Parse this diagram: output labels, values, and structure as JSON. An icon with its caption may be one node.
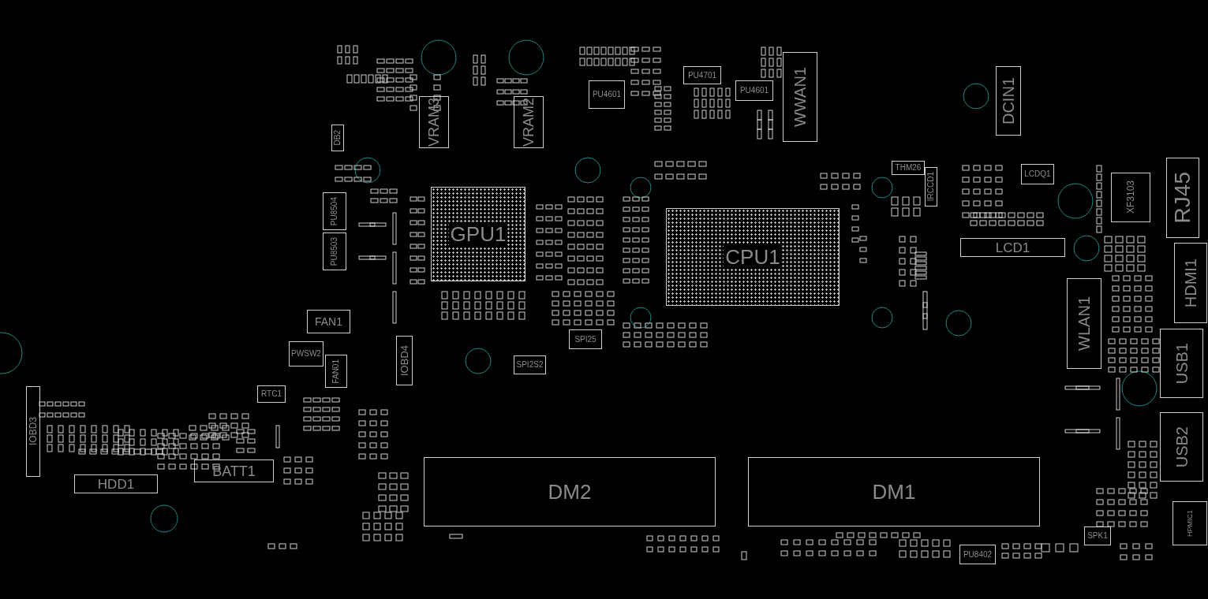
{
  "diagram": {
    "nodes": [
      {
        "text": [
          "DB2"
        ]
      },
      {
        "text": [
          "VRAM3"
        ]
      },
      {
        "text": [
          "VRAM2"
        ]
      },
      {
        "text": [
          "PU4601"
        ]
      },
      {
        "text": [
          "PU4701"
        ]
      },
      {
        "text": [
          "PU4601"
        ]
      },
      {
        "text": [
          "WWAN1"
        ]
      },
      {
        "text": [
          "DCIN1"
        ]
      },
      {
        "text": [
          "THM26"
        ]
      },
      {
        "text": [
          "IRCCD1"
        ]
      },
      {
        "text": [
          "LCDQ1"
        ]
      },
      {
        "text": [
          "XF3103"
        ]
      },
      {
        "text": [
          "RJ45"
        ]
      },
      {
        "text": [
          "PU8504"
        ]
      },
      {
        "text": [
          "GPU1"
        ]
      },
      {
        "text": [
          "CPU1"
        ]
      },
      {
        "text": [
          "LCD1"
        ]
      },
      {
        "text": [
          "PU8503"
        ]
      },
      {
        "text": [
          "HDMI1"
        ]
      },
      {
        "text": [
          "WLAN1"
        ]
      },
      {
        "text": [
          "FAN1"
        ]
      },
      {
        "text": [
          "SPI25"
        ]
      },
      {
        "text": [
          "IOBD4"
        ]
      },
      {
        "text": [
          "PWSW2"
        ]
      },
      {
        "text": [
          "SPI2S2"
        ]
      },
      {
        "text": [
          "FAN01"
        ]
      },
      {
        "text": [
          "USB1"
        ]
      },
      {
        "text": [
          "RTC1"
        ]
      },
      {
        "text": [
          "IOBD3"
        ]
      },
      {
        "text": [
          "USB2"
        ]
      },
      {
        "text": [
          "BATT1"
        ]
      },
      {
        "text": [
          "HDD1"
        ]
      },
      {
        "text": [
          "DM2"
        ]
      },
      {
        "text": [
          "DM1"
        ]
      },
      {
        "text": [
          "HPMIC1"
        ]
      },
      {
        "text": [
          "SPK1"
        ]
      },
      {
        "text": [
          "PU8402"
        ]
      }
    ]
  }
}
